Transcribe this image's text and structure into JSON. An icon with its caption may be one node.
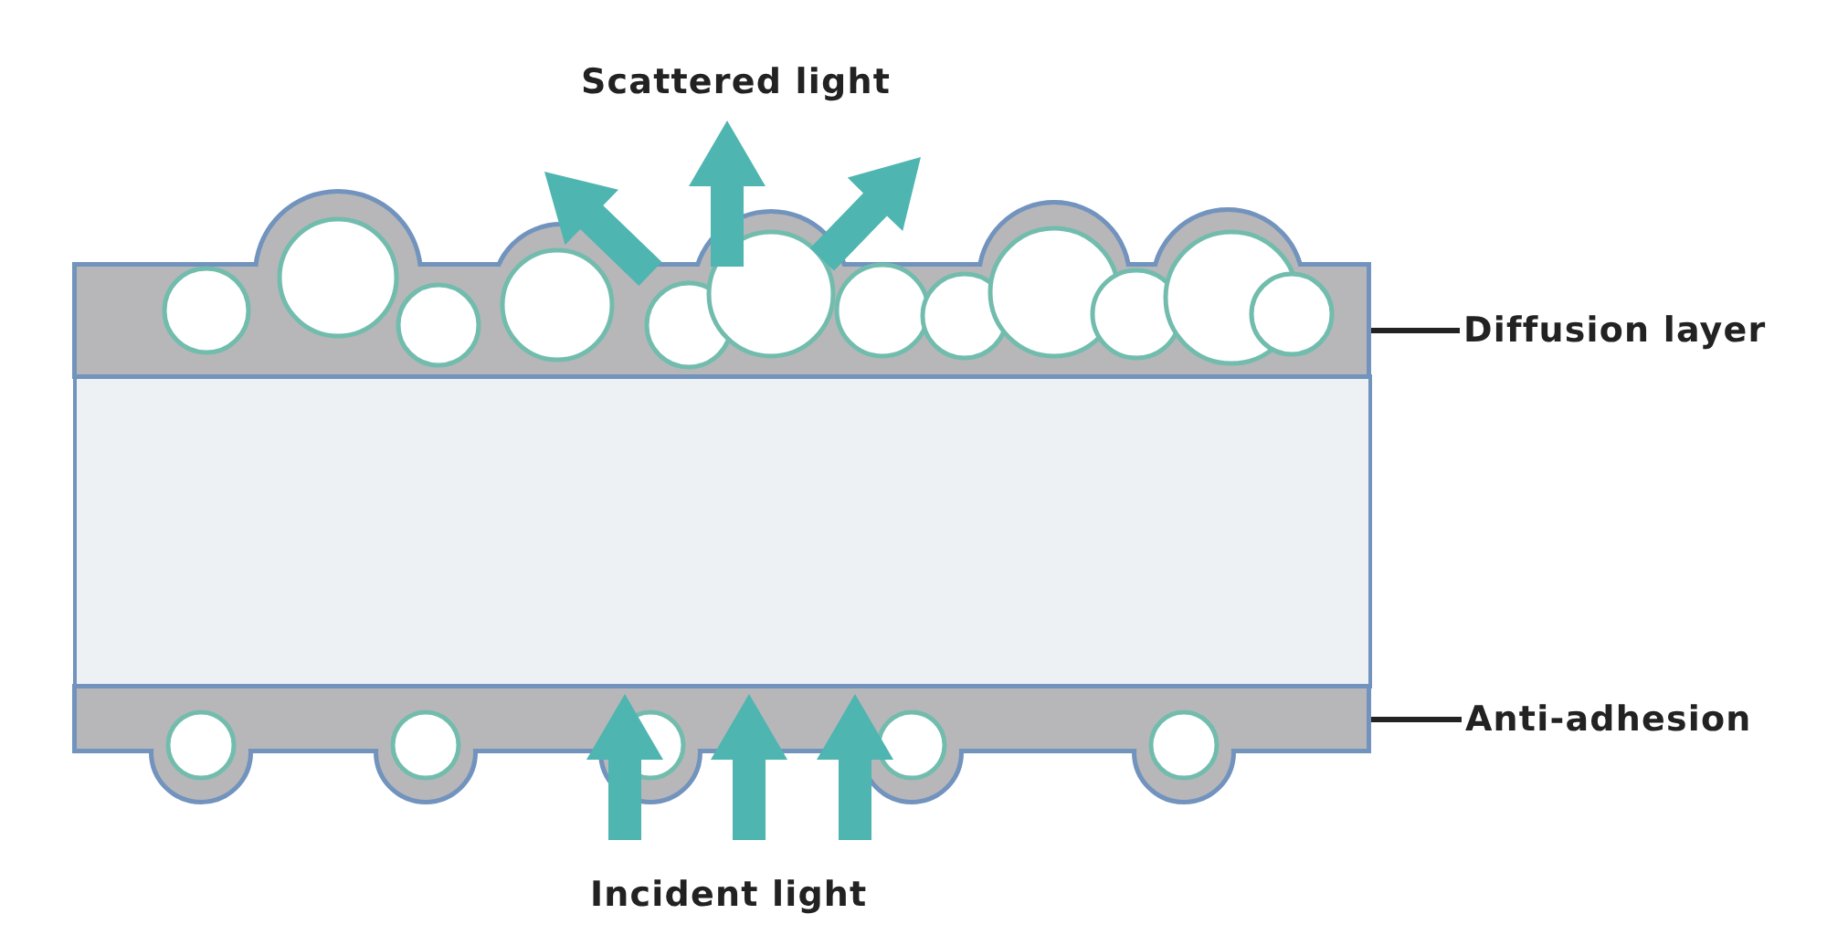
{
  "diagram": {
    "nodes": [
      {
        "text": [
          "Diffusion layer"
        ]
      },
      {
        "text": [],
        "shape": "bar"
      },
      {
        "text": [],
        "shape": "box"
      },
      {
        "text": [
          "Anti-adhesion"
        ]
      },
      {
        "text": [],
        "shape": "bar"
      }
    ],
    "edges": [
      {
        "from": 0,
        "to": 1,
        "arrow": "none"
      },
      {
        "from": 3,
        "to": 4,
        "arrow": "none"
      }
    ],
    "labels": [
      "Scattered light",
      "Incident light"
    ]
  }
}
